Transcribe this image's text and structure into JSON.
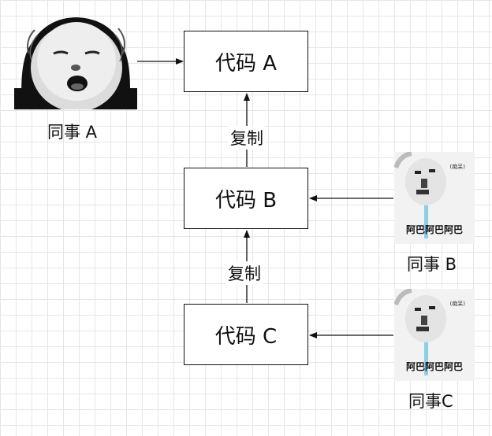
{
  "nodes": {
    "code_a": "代码 A",
    "code_b": "代码 B",
    "code_c": "代码 C"
  },
  "people": {
    "a": "同事 A",
    "b": "同事 B",
    "c": "同事C"
  },
  "edges": {
    "copy_b_to_a": "复制",
    "copy_c_to_b": "复制"
  },
  "memes": {
    "caption": "阿巴阿巴阿巴",
    "tag": "(痴呆)"
  },
  "colors": {
    "stroke": "#111111",
    "grid": "#e6e6e6",
    "meme_stripe": "#7ec8e8"
  }
}
